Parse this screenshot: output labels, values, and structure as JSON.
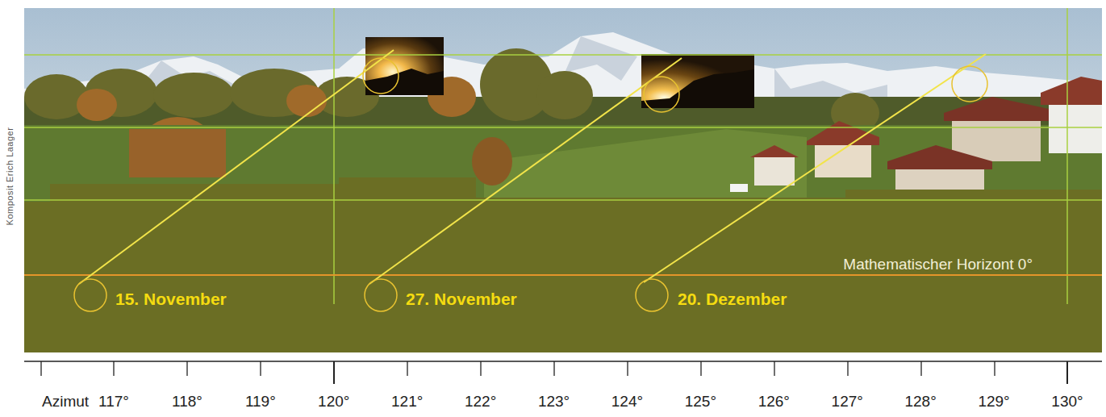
{
  "diagram": {
    "labels": [
      "Komposit Erich Laager",
      "Mathematischer Horizont 0°",
      "15. November",
      "27. November",
      "20. Dezember",
      "Azimut",
      "117°",
      "118°",
      "119°",
      "120°",
      "121°",
      "122°",
      "123°",
      "124°",
      "125°",
      "126°",
      "127°",
      "128°",
      "129°",
      "130°"
    ]
  }
}
